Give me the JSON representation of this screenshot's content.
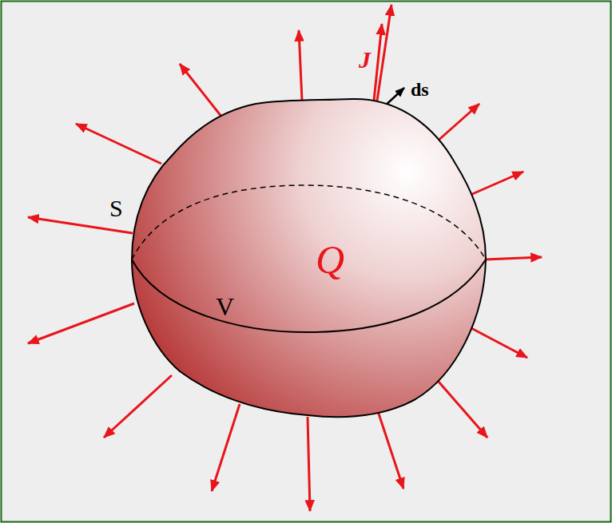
{
  "diagram": {
    "nodes": [
      {
        "text": [
          "Q",
          "V"
        ]
      }
    ],
    "labels": [
      "S",
      "J",
      "ds"
    ]
  }
}
